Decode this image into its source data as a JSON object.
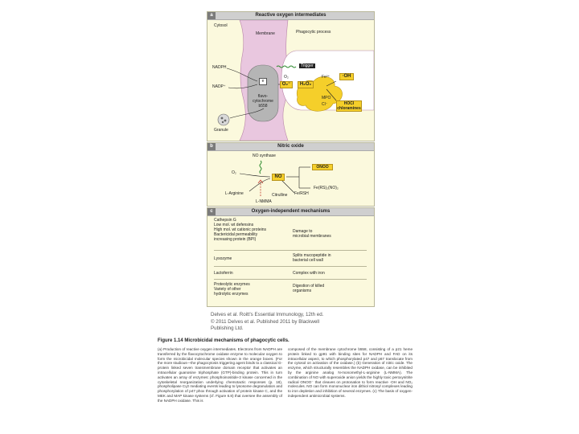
{
  "panel_a": {
    "tag": "a",
    "title": "Reactive oxygen intermediates",
    "cytosol": "Cytosol",
    "membrane": "Membrane",
    "phagocytic_process": "Phagocytic process",
    "nadph": "NADPH",
    "nadp": "NADP⁺",
    "e": "e",
    "o2_in": "O₂",
    "flavo": "flavo-cytochrome b558",
    "trigger": "Trigger",
    "o2_radical": "O₂⁻",
    "h2o2": "H₂O₂",
    "fe": "Fe²⁺",
    "oh": "·OH",
    "mpo": "MPO",
    "cl": "Cl⁻",
    "hocl": "HOCl chloramines",
    "granule": "Granule"
  },
  "panel_b": {
    "tag": "b",
    "title": "Nitric oxide",
    "no_synthase": "NO synthase",
    "o2": "O₂",
    "no": "NO",
    "onoo": "ONOO",
    "fe_rsh": "Fe/RSH",
    "fe_rs": "Fe(RS)₂(NO)₂",
    "l_arginine": "L-Arginine",
    "citrulline": "Citrulline",
    "l_nmma": "L-NMMA"
  },
  "panel_c": {
    "tag": "c",
    "title": "Oxygen-independent mechanisms",
    "rows": [
      {
        "left": "Cathepsin G\nLow mol. wt defensins\nHigh mol. wt cationic proteins\nBactericidal permeability\nincreasing protein (BPI)",
        "right": "Damage to\nmicrobial membranes"
      },
      {
        "left": "Lysozyme",
        "right": "Splits mucopeptide in\nbacterial cell wall"
      },
      {
        "left": "Lactoferrin",
        "right": "Complex with iron"
      },
      {
        "left": "Proteolytic enzymes\nVariety of other\nhydrolytic enzymes",
        "right": "Digestion of killed\norganisms"
      }
    ]
  },
  "reference": {
    "line1": "Delves et al. Roitt's Essential Immunology, 12th ed.",
    "line2": "© 2011 Delves et al. Published 2011 by Blackwell",
    "line3": "Publishing Ltd."
  },
  "caption": {
    "title": "Figure 1.14  Microbicidal mechanisms of phagocytic cells.",
    "left_col": "(a) Production of reactive oxygen intermediates. Electrons from NADPH are transferred by the flavocytochrome oxidase enzyme to molecular oxygen to form the microbicidal molecular species shown in the orange boxes. (For the more studious—the phagocytosis triggering agent binds to a classical G-protein linked seven transmembrane domain receptor that activates an intracellular guanosine triphosphate (GTP)-binding protein. This in turn activates an array of enzymes: phosphoinositide-3 kinase concerned in the cytoskeletal reorganization underlying chemotactic responses (p. 18), phospholipase Cγ2 mediating events leading to lysosome degranulation and phosphorylation of p47 phox through activation of protein kinase C, and the MEK and MAP kinase systems (cf. Figure 6.8) that oversee the assembly of the NADPH oxidase. This is",
    "right_col": "composed of the membrane cytochrome b558, consisting of a p21 heme protein linked to gp91 with binding sites for NADPH and FAD on its intracellular aspect, to which phosphorylated p47 and p67 translocate from the cytosol on activation of the oxidase.) (b) Generation of nitric oxide. The enzyme, which structurally resembles the NADPH oxidase, can be inhibited by the arginine analog N-monomethyl-L-arginine (L-NMMA). The combination of NO with superoxide anion yields the highly toxic peroxynitrite radical ONOO⁻ that cleaves on protonation to form reactive ·OH and NO₂ molecules. NO can form mononuclear iron dithiol nitrosyl complexes leading to iron depletion and inhibition of several enzymes. (c) The basis of oxygen-independent antimicrobial systems."
  }
}
